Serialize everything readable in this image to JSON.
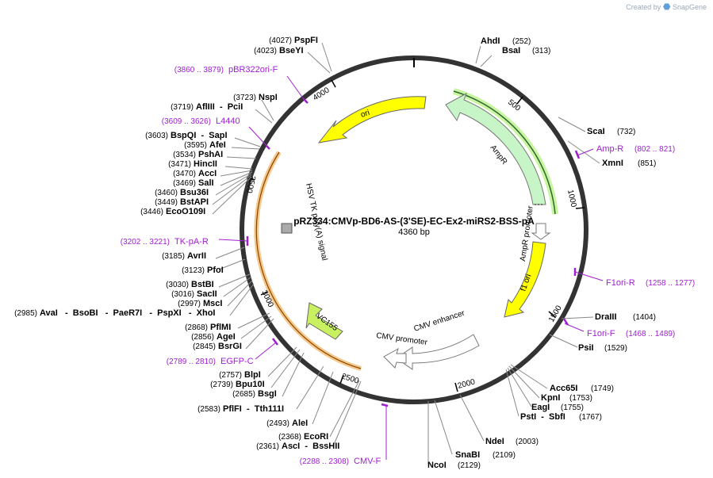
{
  "watermark": {
    "created_by": "Created by",
    "product": "SnapGene"
  },
  "plasmid": {
    "name": "pRZ334:CMVp-BD6-AS-(3'SE)-EC-Ex2-miRS2-BSS-pA",
    "length_label": "4360 bp"
  },
  "ticks": [
    "500",
    "1000",
    "1500",
    "2000",
    "2500",
    "3000",
    "3500",
    "4000"
  ],
  "enzymes_right": [
    {
      "name": "AhdI",
      "pos": "(252)"
    },
    {
      "name": "BsaI",
      "pos": "(313)"
    },
    {
      "name": "ScaI",
      "pos": "(732)"
    },
    {
      "name": "XmnI",
      "pos": "(851)"
    },
    {
      "name": "DraIII",
      "pos": "(1404)"
    },
    {
      "name": "PsiI",
      "pos": "(1529)"
    },
    {
      "name": "Acc65I",
      "pos": "(1749)"
    },
    {
      "name": "KpnI",
      "pos": "(1753)"
    },
    {
      "name": "EagI",
      "pos": "(1755)"
    },
    {
      "name": "PstI  -  SbfI",
      "pos": "(1767)"
    },
    {
      "name": "NdeI",
      "pos": "(2003)"
    },
    {
      "name": "SnaBI",
      "pos": "(2109)"
    },
    {
      "name": "NcoI",
      "pos": "(2129)"
    }
  ],
  "enzymes_left": [
    {
      "name": "PspFI",
      "pos": "(4027)"
    },
    {
      "name": "BseYI",
      "pos": "(4023)"
    },
    {
      "name": "NspI",
      "pos": "(3723)"
    },
    {
      "name": "AflIII  -  PciI",
      "pos": "(3719)"
    },
    {
      "name": "BspQI  -  SapI",
      "pos": "(3603)"
    },
    {
      "name": "AfeI",
      "pos": "(3595)"
    },
    {
      "name": "PshAI",
      "pos": "(3534)"
    },
    {
      "name": "HincII",
      "pos": "(3471)"
    },
    {
      "name": "AccI",
      "pos": "(3470)"
    },
    {
      "name": "SalI",
      "pos": "(3469)"
    },
    {
      "name": "Bsu36I",
      "pos": "(3460)"
    },
    {
      "name": "BstAPI",
      "pos": "(3449)"
    },
    {
      "name": "EcoO109I",
      "pos": "(3446)"
    },
    {
      "name": "AvrII",
      "pos": "(3185)"
    },
    {
      "name": "PfoI",
      "pos": "(3123)"
    },
    {
      "name": "BstBI",
      "pos": "(3030)"
    },
    {
      "name": "SacII",
      "pos": "(3016)"
    },
    {
      "name": "MscI",
      "pos": "(2997)"
    },
    {
      "name": "AvaI   -  BsoBI   -  PaeR7I   -  PspXI   -  XhoI",
      "pos": "(2985)"
    },
    {
      "name": "PflMI",
      "pos": "(2868)"
    },
    {
      "name": "AgeI",
      "pos": "(2856)"
    },
    {
      "name": "BsrGI",
      "pos": "(2845)"
    },
    {
      "name": "BlpI",
      "pos": "(2757)"
    },
    {
      "name": "Bpu10I",
      "pos": "(2739)"
    },
    {
      "name": "BsgI",
      "pos": "(2685)"
    },
    {
      "name": "PflFI  -  Tth111I",
      "pos": "(2583)"
    },
    {
      "name": "AleI",
      "pos": "(2493)"
    },
    {
      "name": "EcoRI",
      "pos": "(2368)"
    },
    {
      "name": "AscI  -  BssHII",
      "pos": "(2361)"
    }
  ],
  "primers": [
    {
      "name": "pBR322ori-F",
      "range": "(3860 .. 3879)"
    },
    {
      "name": "L4440",
      "range": "(3609 .. 3626)"
    },
    {
      "name": "TK-pA-R",
      "range": "(3202 .. 3221)"
    },
    {
      "name": "EGFP-C",
      "range": "(2789 .. 2810)"
    },
    {
      "name": "CMV-F",
      "range": "(2288 .. 2308)"
    },
    {
      "name": "Amp-R",
      "range": "(802 .. 821)"
    },
    {
      "name": "F1ori-R",
      "range": "(1258 .. 1277)"
    },
    {
      "name": "F1ori-F",
      "range": "(1468 .. 1489)"
    }
  ],
  "features": {
    "ori": "ori",
    "ampr": "AmpR",
    "ampr_promoter": "AmpR promoter",
    "f1_ori": "f1 ori",
    "cmv_enhancer": "CMV enhancer",
    "cmv_promoter": "CMV promoter",
    "vc155": "VC155",
    "hsv_tk": "HSV TK poly(A) signal"
  },
  "colors": {
    "ori": "#ffff00",
    "ampr": "#c8f5c8",
    "f1_ori": "#ffff00",
    "promoter": "#ffffff",
    "vc155": "#c8f060",
    "primer": "#a020d0",
    "polyA": "#aaaaaa",
    "orf_highlight": "#f5c88a"
  }
}
